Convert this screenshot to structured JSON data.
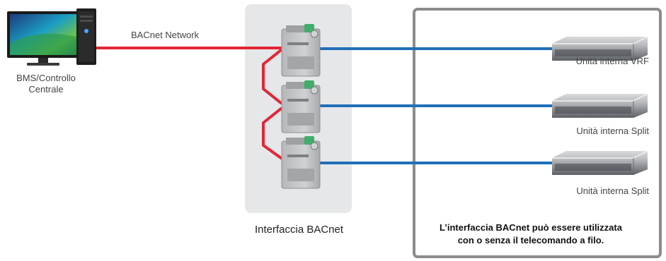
{
  "bms": {
    "label_line1": "BMS/Controllo",
    "label_line2": "Centrale"
  },
  "network": {
    "label": "BACnet Network"
  },
  "interface": {
    "label": "Interfaccia BACnet"
  },
  "units": [
    {
      "label": "Unità interna VRF"
    },
    {
      "label": "Unità interna Split"
    },
    {
      "label": "Unità interna Split"
    }
  ],
  "note": {
    "line1": "L’interfaccia BACnet può essere utilizzata",
    "line2": "con o senza il telecomando a filo."
  },
  "colors": {
    "bacnet_line": "#e32636",
    "unit_line": "#1f6fb8",
    "interface_panel": "#e6e7e9",
    "frame": "#8c8c8c"
  }
}
